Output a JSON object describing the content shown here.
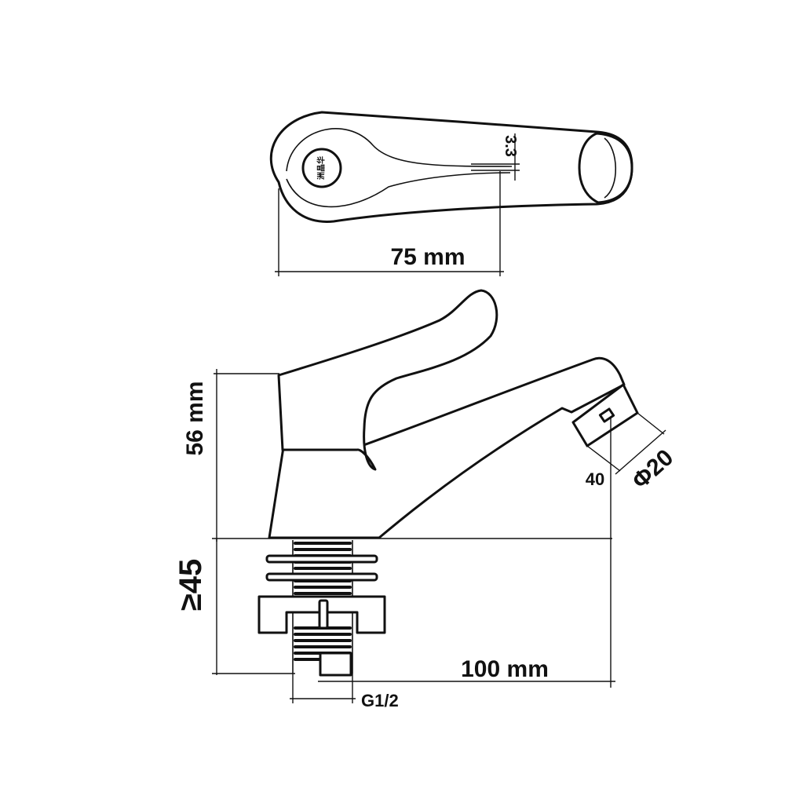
{
  "top_view": {
    "length_label": "75 mm",
    "thickness_label": "3.3",
    "logo_text": "洲晶华"
  },
  "side_view": {
    "height_label": "56 mm",
    "min_depth_label": "≥45",
    "reach_label": "100 mm",
    "spout_height_label": "40",
    "aerator_diameter_label": "Φ20",
    "thread_label": "G1/2"
  },
  "colors": {
    "line": "#111111",
    "background": "#ffffff"
  }
}
